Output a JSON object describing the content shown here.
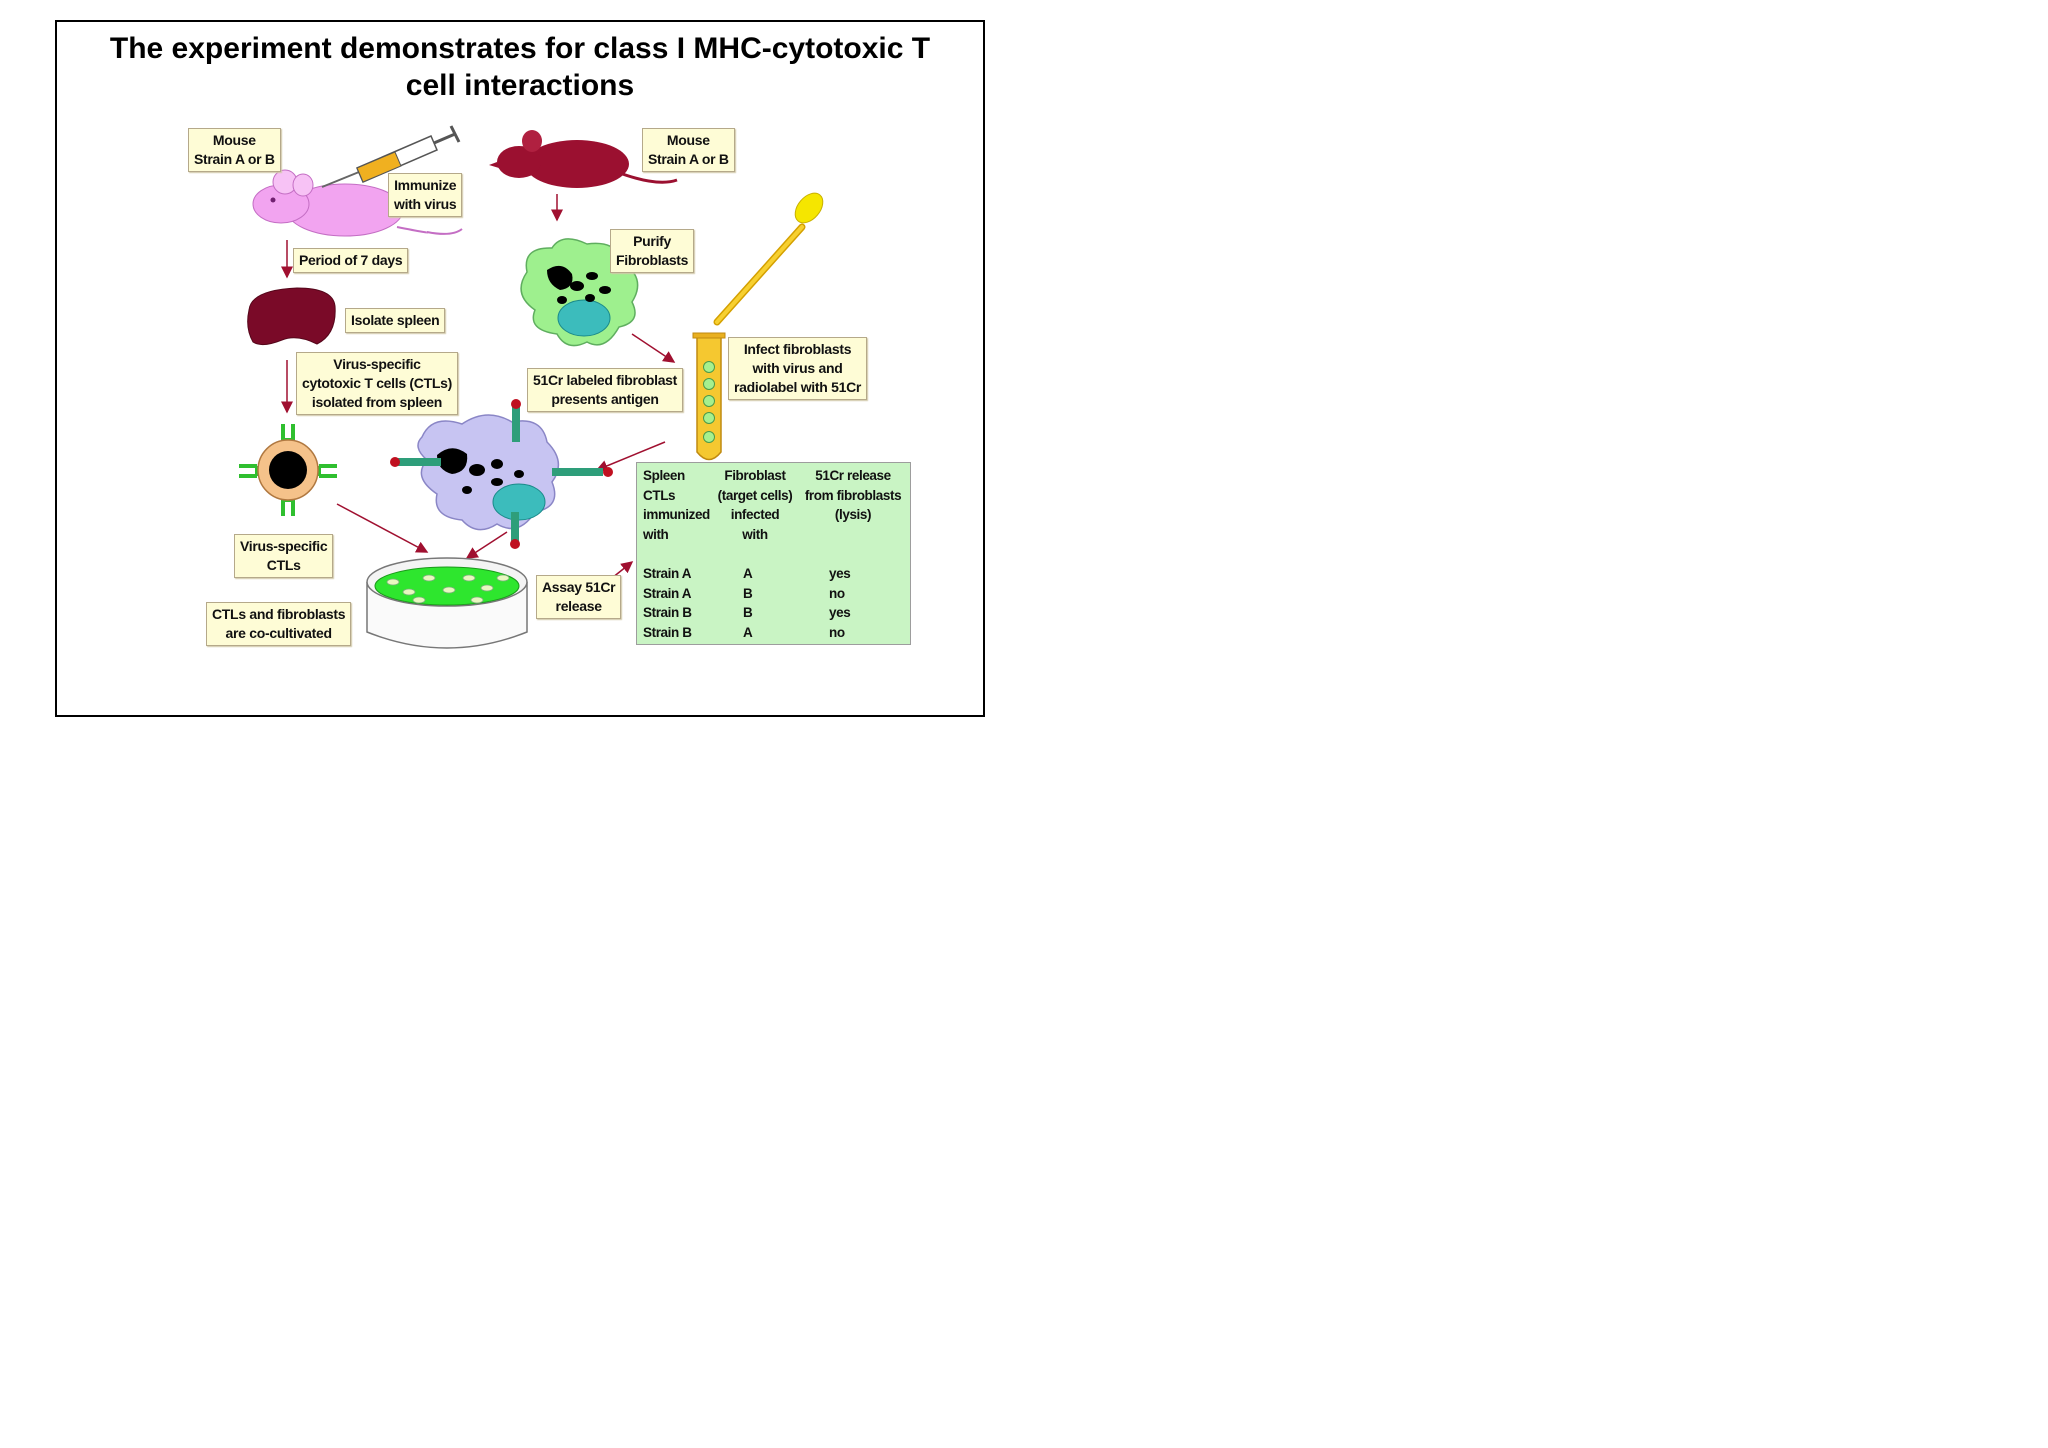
{
  "title": {
    "line1": "The experiment demonstrates for class I MHC-cytotoxic T",
    "line2": "cell interactions"
  },
  "labels": {
    "mouse_left": [
      "Mouse",
      "Strain A or B"
    ],
    "mouse_right": [
      "Mouse",
      "Strain A or B"
    ],
    "immunize": [
      "Immunize",
      "with virus"
    ],
    "period": [
      "Period of 7 days"
    ],
    "isolate_spleen": [
      "Isolate spleen"
    ],
    "ctls_isolated": [
      "Virus-specific",
      "cytotoxic T cells (CTLs)",
      "isolated from spleen"
    ],
    "purify": [
      "Purify",
      "Fibroblasts"
    ],
    "infect": [
      "Infect fibroblasts",
      "with virus and",
      "radiolabel with 51Cr"
    ],
    "labeled_fibroblast": [
      "51Cr labeled fibroblast",
      "presents antigen"
    ],
    "virus_ctls": [
      "Virus-specific",
      "CTLs"
    ],
    "cocultivated": [
      "CTLs and fibroblasts",
      "are co-cultivated"
    ],
    "assay": [
      "Assay 51Cr",
      "release"
    ]
  },
  "table": {
    "headers": [
      [
        "Spleen",
        "CTLs",
        "immunized",
        "with"
      ],
      [
        "Fibroblast",
        "(target cells)",
        "infected",
        "with"
      ],
      [
        "51Cr release",
        "from fibroblasts",
        "(lysis)"
      ]
    ],
    "rows": [
      [
        "Strain A",
        "A",
        "yes"
      ],
      [
        "Strain A",
        "B",
        "no"
      ],
      [
        "Strain B",
        "B",
        "yes"
      ],
      [
        "Strain B",
        "A",
        "no"
      ]
    ]
  },
  "icons": [
    "mouse-pink-icon",
    "mouse-maroon-icon",
    "syringe-icon",
    "spleen-icon",
    "fibroblast-icon",
    "dropper-icon",
    "test-tube-icon",
    "ctl-cell-icon",
    "labeled-fibroblast-icon",
    "petri-dish-icon"
  ],
  "colors": {
    "label_bg": "#fefcd6",
    "table_bg": "#c9f4c4",
    "arrow": "#a01030",
    "mouse_pink": "#f2a4f0",
    "mouse_maroon": "#9b1030",
    "fibroblast_green": "#9ef08e",
    "fibroblast_lavender": "#c7c4f2",
    "nucleus_teal": "#3cbcbc",
    "receptor_green": "#2fbf2f",
    "petri_green": "#2ee62e"
  }
}
